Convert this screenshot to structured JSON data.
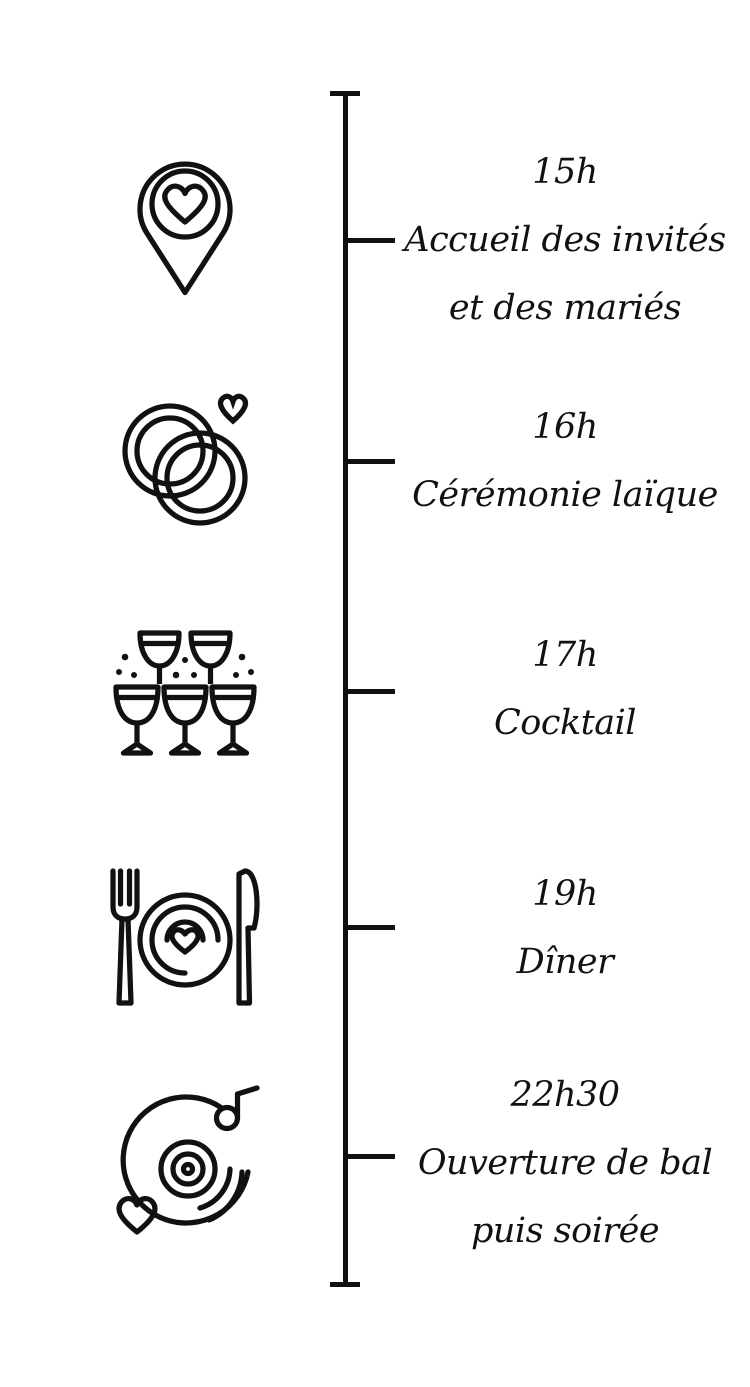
{
  "events": [
    {
      "time": "15h",
      "lines": [
        "Accueil des invités",
        "et des mariés"
      ],
      "icon": "location-heart-icon"
    },
    {
      "time": "16h",
      "lines": [
        "Cérémonie laïque"
      ],
      "icon": "wedding-rings-icon"
    },
    {
      "time": "17h",
      "lines": [
        "Cocktail"
      ],
      "icon": "champagne-tower-icon"
    },
    {
      "time": "19h",
      "lines": [
        "Dîner"
      ],
      "icon": "dinner-plate-icon"
    },
    {
      "time": "22h30",
      "lines": [
        "Ouverture de bal",
        "puis soirée"
      ],
      "icon": "vinyl-record-icon"
    }
  ],
  "colors": {
    "ink": "#111111",
    "background": "#ffffff"
  }
}
